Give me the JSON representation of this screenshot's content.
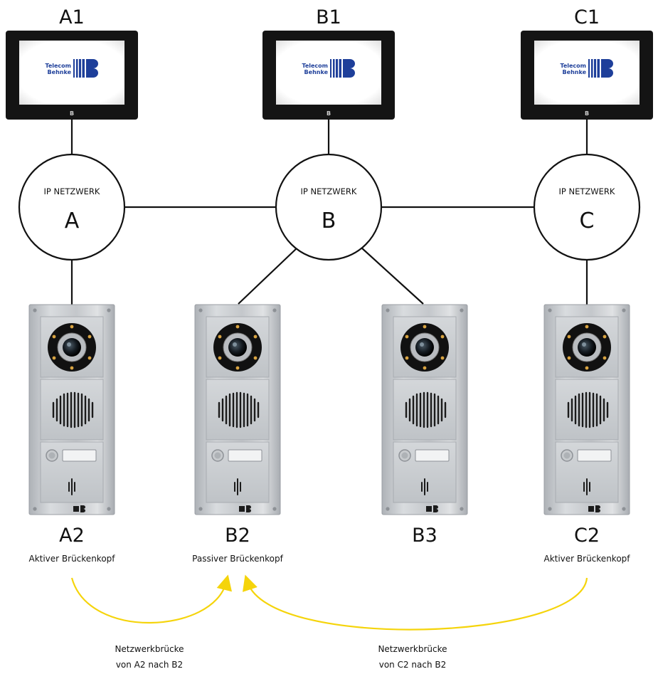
{
  "monitors": [
    {
      "id": "A1",
      "logo_top": "Telecom",
      "logo_bottom": "Behnke",
      "logo_mark": "B"
    },
    {
      "id": "B1",
      "logo_top": "Telecom",
      "logo_bottom": "Behnke",
      "logo_mark": "B"
    },
    {
      "id": "C1",
      "logo_top": "Telecom",
      "logo_bottom": "Behnke",
      "logo_mark": "B"
    }
  ],
  "networks": [
    {
      "caption": "IP NETZWERK",
      "letter": "A"
    },
    {
      "caption": "IP NETZWERK",
      "letter": "B"
    },
    {
      "caption": "IP NETZWERK",
      "letter": "C"
    }
  ],
  "stations": [
    {
      "id": "A2",
      "role": "Aktiver Brückenkopf"
    },
    {
      "id": "B2",
      "role": "Passiver Brückenkopf"
    },
    {
      "id": "B3",
      "role": ""
    },
    {
      "id": "C2",
      "role": "Aktiver Brückenkopf"
    }
  ],
  "bridges": [
    {
      "line1": "Netzwerkbrücke",
      "line2": "von A2 nach B2"
    },
    {
      "line1": "Netzwerkbrücke",
      "line2": "von C2 nach B2"
    }
  ],
  "colors": {
    "bridge_arrow": "#f5d40b",
    "monitor_frame": "#141414",
    "panel_metal": "#c9ccd0",
    "brand_blue": "#1e3f9a"
  }
}
